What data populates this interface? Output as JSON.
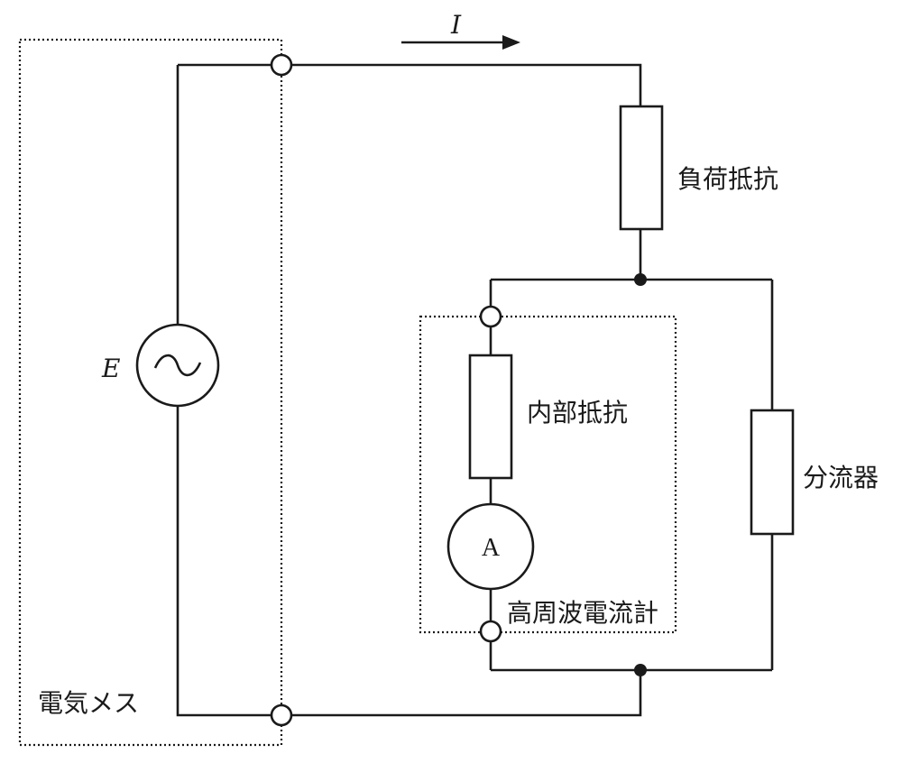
{
  "labels": {
    "current": "I",
    "source": "E",
    "load_resistor": "負荷抵抗",
    "internal_resistor": "内部抵抗",
    "shunt": "分流器",
    "ammeter_letter": "A",
    "hf_ammeter": "高周波電流計",
    "esu": "電気メス"
  },
  "icons": {
    "ac_source": "ac-source-icon",
    "ammeter": "ammeter-icon",
    "arrow": "current-arrow-icon"
  }
}
